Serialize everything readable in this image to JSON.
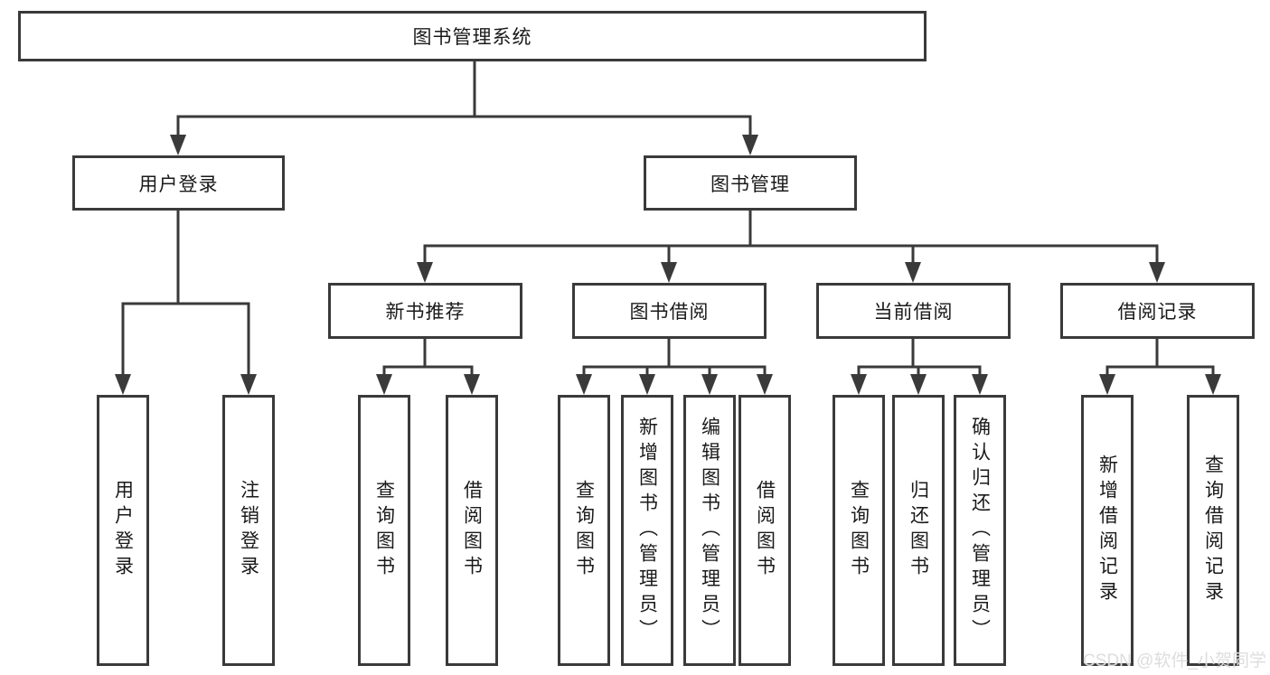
{
  "tree": {
    "root": {
      "label": "图书管理系统",
      "children": [
        {
          "label": "用户登录",
          "children": [
            {
              "label": "用户登录"
            },
            {
              "label": "注销登录"
            }
          ]
        },
        {
          "label": "图书管理",
          "children": [
            {
              "label": "新书推荐",
              "children": [
                {
                  "label": "查询图书"
                },
                {
                  "label": "借阅图书"
                }
              ]
            },
            {
              "label": "图书借阅",
              "children": [
                {
                  "label": "查询图书"
                },
                {
                  "label": "新增图书（管理员）"
                },
                {
                  "label": "编辑图书（管理员）"
                },
                {
                  "label": "借阅图书"
                }
              ]
            },
            {
              "label": "当前借阅",
              "children": [
                {
                  "label": "查询图书"
                },
                {
                  "label": "归还图书"
                },
                {
                  "label": "确认归还（管理员）"
                }
              ]
            },
            {
              "label": "借阅记录",
              "children": [
                {
                  "label": "新增借阅记录"
                },
                {
                  "label": "查询借阅记录"
                }
              ]
            }
          ]
        }
      ]
    }
  },
  "watermark": {
    "text": "CSDN @软件_小贺同学"
  },
  "colors": {
    "line": "#3a3a3a",
    "border": "#3a3a3a",
    "text": "#1a1a1a",
    "watermark": "#dbdbdb",
    "background": "#ffffff"
  }
}
